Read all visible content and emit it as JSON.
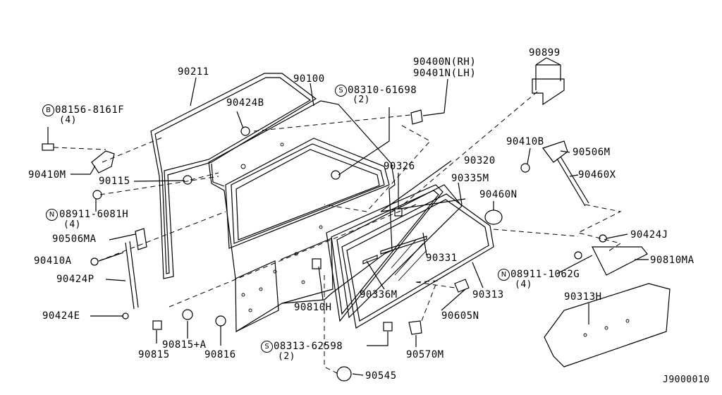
{
  "figure_id": "J9000010",
  "callouts": {
    "p90211": "90211",
    "p90100": "90100",
    "p90424B": "90424B",
    "p08310": "08310-61698",
    "p08310_qty": "(2)",
    "p90400N": "90400N(RH)",
    "p90401N": "90401N(LH)",
    "p90899": "90899",
    "p08156": "08156-8161F",
    "p08156_qty": "(4)",
    "p90410M": "90410M",
    "p90115": "90115",
    "p08911_6081": "08911-6081H",
    "p08911_6081_qty": "(4)",
    "p90506MA": "90506MA",
    "p90410A": "90410A",
    "p90424P": "90424P",
    "p90424E": "90424E",
    "p90815": "90815",
    "p90815A": "90815+A",
    "p90816": "90816",
    "p90326": "90326",
    "p90320": "90320",
    "p90335M": "90335M",
    "p90460N": "90460N",
    "p90410B": "90410B",
    "p90506M": "90506M",
    "p90460X": "90460X",
    "p90424J": "90424J",
    "p90810MA": "90810MA",
    "p90331": "90331",
    "p90336M": "90336M",
    "p90313": "90313",
    "p08911_1062": "08911-1062G",
    "p08911_1062_qty": "(4)",
    "p90313H": "90313H",
    "p90810H": "90810H",
    "p90605N": "90605N",
    "p08313": "08313-62598",
    "p08313_qty": "(2)",
    "p90570M": "90570M",
    "p90545": "90545"
  },
  "symbols": {
    "bolt": "B",
    "screw": "S",
    "nut": "N"
  }
}
